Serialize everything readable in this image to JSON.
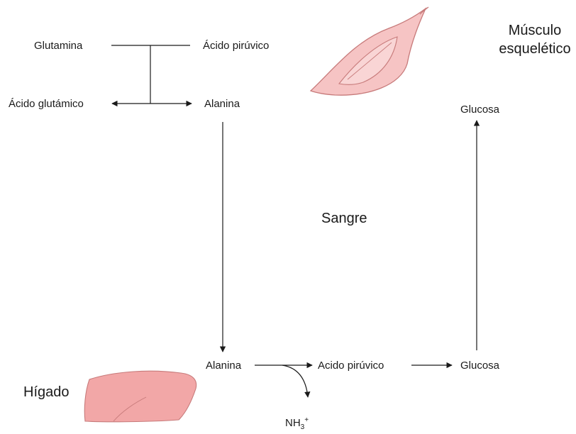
{
  "muscle": {
    "title_line1": "Músculo",
    "title_line2": "esquelético",
    "glutamine": "Glutamina",
    "pyruvic_acid": "Ácido pirúvico",
    "glutamic_acid": "Ácido glutámico",
    "alanine": "Alanina",
    "glucose": "Glucosa"
  },
  "blood": {
    "label": "Sangre"
  },
  "liver": {
    "title": "Hígado",
    "alanine": "Alanina",
    "pyruvic_acid": "Acido pirúvico",
    "glucose": "Glucosa",
    "ammonia_base": "NH",
    "ammonia_sub": "3",
    "ammonia_sup": "+"
  },
  "colors": {
    "organ_fill": "#f2a7a7",
    "organ_stroke": "#c77a7a",
    "muscle_fill": "#f6c4c4",
    "arrow": "#1a1a1a"
  },
  "icons": {
    "muscle": "skeletal-muscle-icon",
    "liver": "liver-icon"
  }
}
